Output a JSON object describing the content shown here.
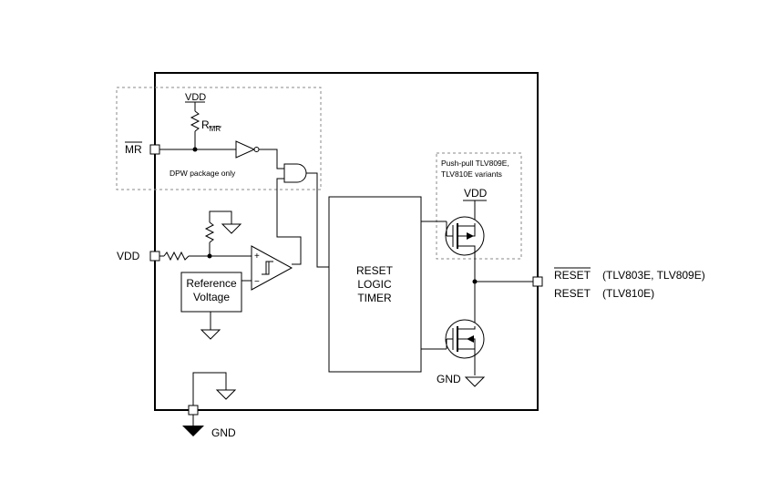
{
  "pins": {
    "mr": "MR",
    "vdd": "VDD",
    "gnd": "GND",
    "reset_bar": "RESET",
    "reset_bar_variants": "(TLV803E, TLV809E)",
    "reset": "RESET",
    "reset_variants": "(TLV810E)"
  },
  "mr_block": {
    "vdd": "VDD",
    "resistor_main": "R",
    "resistor_sub": "MR",
    "note": "DPW package only"
  },
  "reference": {
    "line1": "Reference",
    "line2": "Voltage"
  },
  "comparator": {
    "plus": "+",
    "minus": "−"
  },
  "timer": {
    "line1": "RESET",
    "line2": "LOGIC",
    "line3": "TIMER"
  },
  "pushpull": {
    "note1": "Push-pull TLV809E,",
    "note2": "TLV810E variants",
    "vdd": "VDD"
  },
  "output_gnd": "GND"
}
